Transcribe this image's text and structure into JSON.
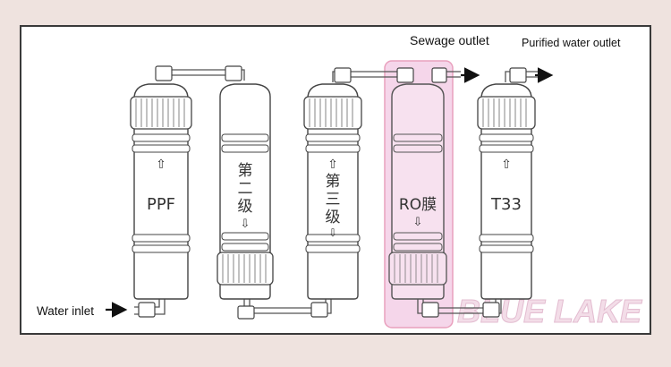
{
  "labels": {
    "sewage_outlet": "Sewage outlet",
    "purified_outlet": "Purified water outlet",
    "water_inlet": "Water inlet"
  },
  "cartridges": [
    {
      "label": "PPF",
      "up_arrow": "⇧",
      "down_arrow": ""
    },
    {
      "label_lines": [
        "第",
        "二",
        "级"
      ],
      "down_arrow": "⇩"
    },
    {
      "up_arrow": "⇧",
      "label_lines": [
        "第",
        "三",
        "级"
      ],
      "down_arrow": "⇩"
    },
    {
      "label": "RO膜",
      "down_arrow": "⇩",
      "highlighted": true
    },
    {
      "label": "T33",
      "up_arrow": "⇧"
    }
  ],
  "watermark": "BLUE LAKE",
  "colors": {
    "background": "#efe3df",
    "highlight_fill": "#f5d6ea",
    "highlight_border": "#e9a0bd",
    "watermark": "#e8c9da"
  }
}
